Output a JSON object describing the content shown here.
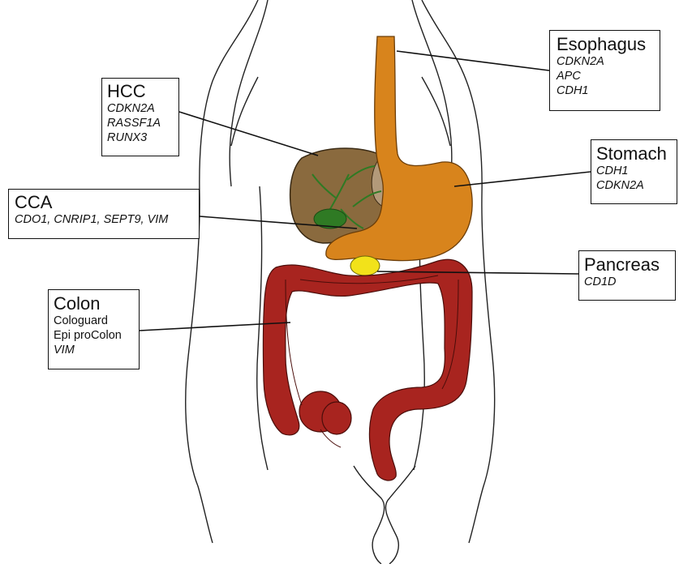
{
  "colors": {
    "outline": "#222222",
    "liver": "#8a6a3e",
    "gallbladder_duct": "#2f7a24",
    "esophagus_stomach": "#d8841c",
    "pancreas": "#f2e21a",
    "colon": "#a8241f"
  },
  "labels": {
    "esophagus": {
      "title": "Esophagus",
      "genes": [
        "CDKN2A",
        "APC",
        "CDH1"
      ]
    },
    "hcc": {
      "title": "HCC",
      "genes": [
        "CDKN2A",
        "RASSF1A",
        "RUNX3"
      ]
    },
    "stomach": {
      "title": "Stomach",
      "genes": [
        "CDH1",
        "CDKN2A"
      ]
    },
    "cca": {
      "title": "CCA",
      "genes": [
        "CDO1, CNRIP1, SEPT9, VIM"
      ]
    },
    "pancreas": {
      "title": "Pancreas",
      "genes": [
        "CD1D"
      ]
    },
    "colon": {
      "title": "Colon",
      "tests": [
        "Cologuard",
        "Epi proColon"
      ],
      "genes": [
        "VIM"
      ]
    }
  }
}
